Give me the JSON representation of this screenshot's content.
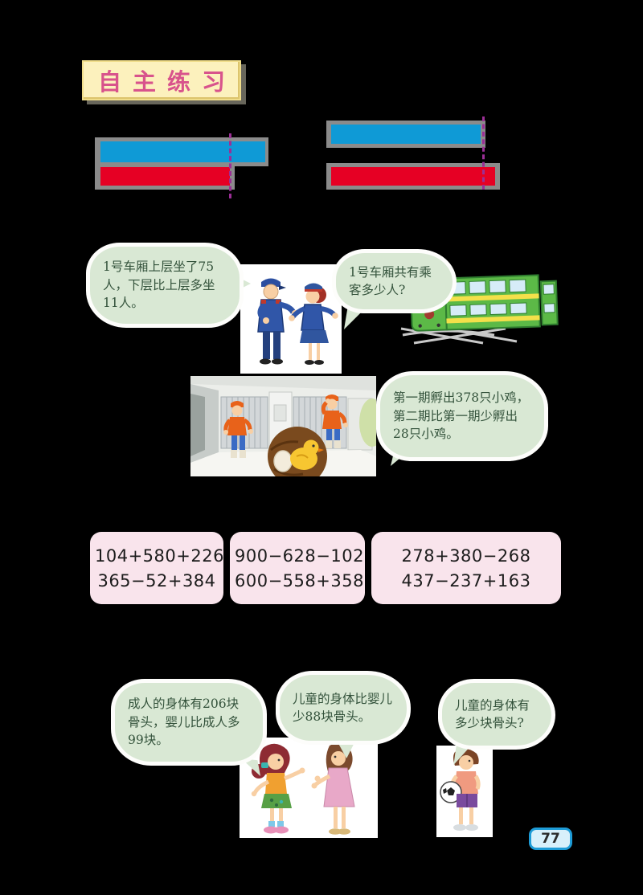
{
  "title_badge": {
    "label": "自主练习"
  },
  "bar_diagram": {
    "description": "two pairs of comparison bars with dashed reference lines",
    "colors": {
      "top_bar": "#0f9ad6",
      "bottom_bar": "#e60024",
      "dashed_line": "#9b2f96",
      "shadow": "#8b8b8b"
    },
    "groups": [
      {
        "name": "left",
        "top_bar_longer": true,
        "bottom_bar_longer": false
      },
      {
        "name": "right",
        "top_bar_longer": false,
        "bottom_bar_longer": true
      }
    ]
  },
  "problems": {
    "train": {
      "bubble_left": "1号车厢上层坐了75人，下层比上层多坐11人。",
      "bubble_right": "1号车厢共有乘客多少人?",
      "illustrations": [
        "two-train-conductors",
        "green-double-decker-train"
      ]
    },
    "chicks": {
      "bubble": "第一期孵出378只小鸡，第二期比第一期少孵出28只小鸡。",
      "illustrations": [
        "incubator-room-with-workers",
        "chick-and-egg-inset"
      ]
    },
    "bones": {
      "bubble_left": "成人的身体有206块骨头，婴儿比成人多99块。",
      "bubble_middle": "儿童的身体比婴儿少88块骨头。",
      "bubble_right": "儿童的身体有多少块骨头?",
      "illustrations": [
        "girl-and-woman-talking",
        "boy-with-soccer-ball"
      ]
    }
  },
  "expressions": {
    "columns": [
      [
        "104+580+226",
        "365−52+384"
      ],
      [
        "900−628−102",
        "600−558+358"
      ],
      [
        "278+380−268",
        "437−237+163"
      ]
    ]
  },
  "footer": {
    "page_number": "77"
  }
}
